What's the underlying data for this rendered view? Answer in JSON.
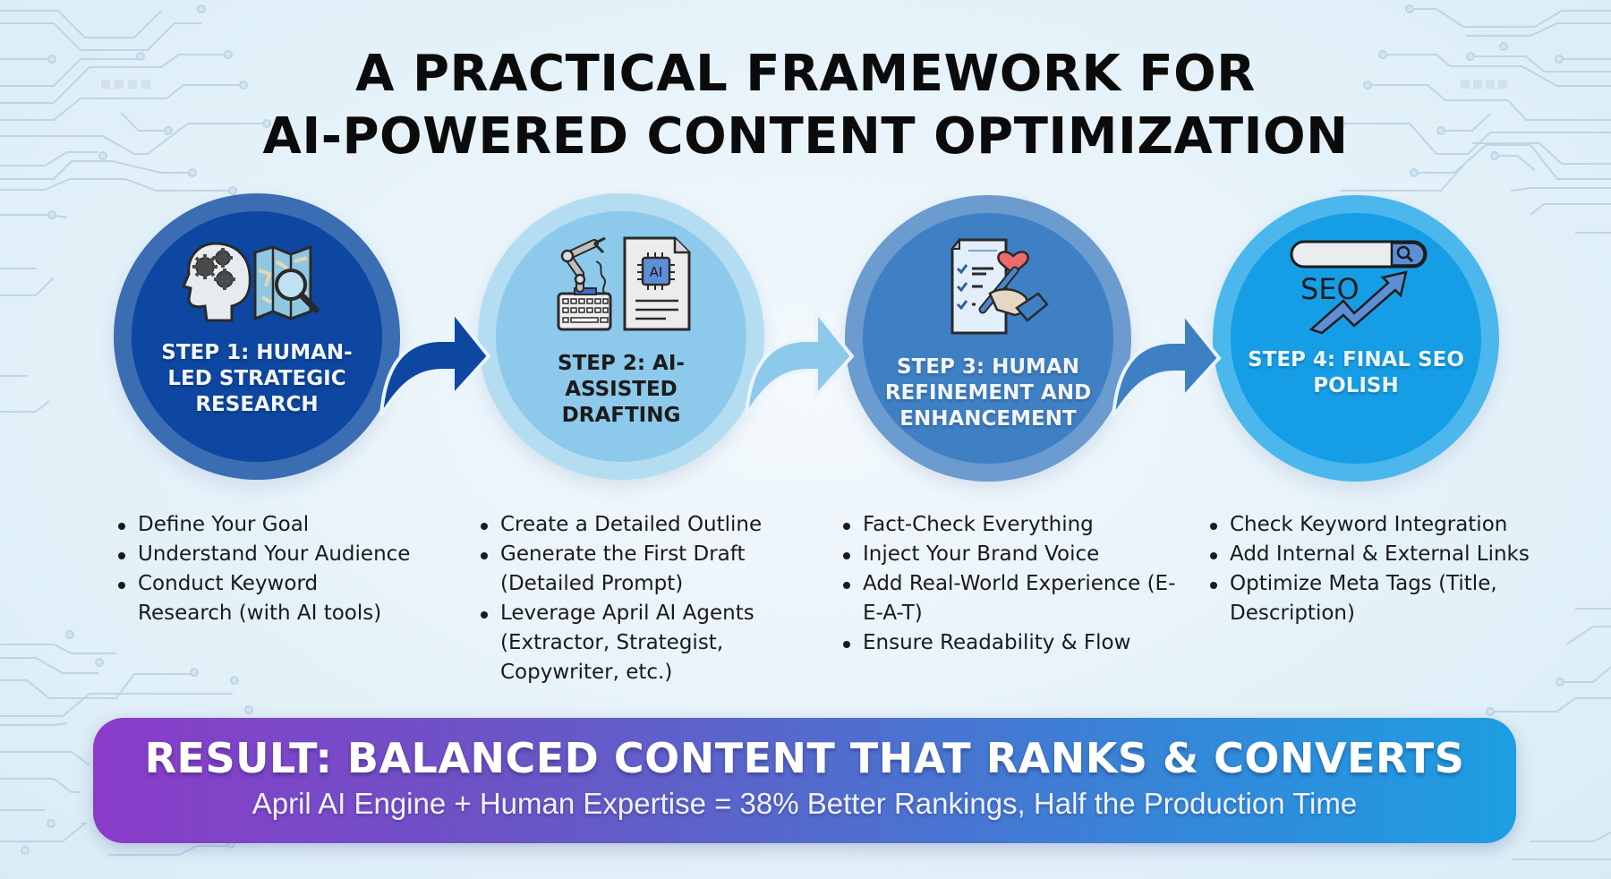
{
  "title": {
    "line1": "A PRACTICAL FRAMEWORK FOR",
    "line2": "AI-POWERED CONTENT OPTIMIZATION"
  },
  "steps": [
    {
      "label": "STEP 1: HUMAN-LED STRATEGIC RESEARCH",
      "icon": "head-gears-map-magnifier-icon",
      "outer_color": "#3b6db3",
      "inner_color": "#0d47a1",
      "bullets": [
        "Define Your Goal",
        "Understand Your Audience",
        "Conduct Keyword Research (with AI tools)"
      ]
    },
    {
      "label": "STEP 2: AI-ASSISTED DRAFTING",
      "icon": "robot-arm-keyboard-ai-document-icon",
      "outer_color": "#b4ddf1",
      "inner_color": "#8dc9ea",
      "bullets": [
        "Create a Detailed Outline",
        "Generate the First Draft (Detailed Prompt)",
        "Leverage April AI Agents (Extractor, Strategist, Copywriter, etc.)"
      ]
    },
    {
      "label": "STEP 3: HUMAN REFINEMENT AND ENHANCEMENT",
      "icon": "checklist-pen-heart-icon",
      "outer_color": "#6b9bcf",
      "inner_color": "#3f80c5",
      "bullets": [
        "Fact-Check Everything",
        "Inject Your Brand Voice",
        "Add Real-World Experience (E-E-A-T)",
        "Ensure Readability & Flow"
      ]
    },
    {
      "label": "STEP 4: FINAL SEO POLISH",
      "icon": "seo-search-bar-trend-arrow-icon",
      "icon_text": "SEO",
      "outer_color": "#4bb7ec",
      "inner_color": "#159ee6",
      "bullets": [
        "Check Keyword Integration",
        "Add Internal & External Links",
        "Optimize Meta Tags (Title, Description)"
      ]
    }
  ],
  "icons": {
    "step2_chip_text": "AI"
  },
  "result": {
    "title": "RESULT: BALANCED CONTENT THAT RANKS & CONVERTS",
    "subtitle": "April AI Engine + Human Expertise = 38% Better Rankings, Half the Production Time",
    "gradient_start": "#8a3cc9",
    "gradient_end": "#1d9ee3"
  }
}
